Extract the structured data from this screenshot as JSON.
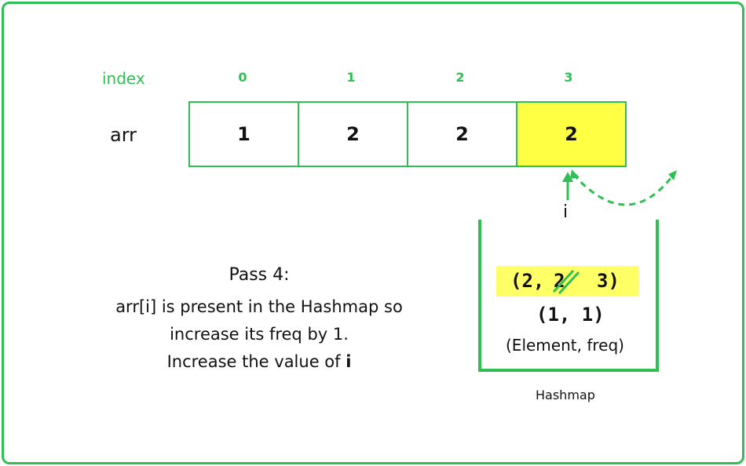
{
  "array": {
    "index_label": "index",
    "arr_label": "arr",
    "indices": [
      "0",
      "1",
      "2",
      "3"
    ],
    "values": [
      "1",
      "2",
      "2",
      "2"
    ],
    "current_index": 3,
    "pointer_label": "i"
  },
  "description": {
    "pass_title": "Pass 4:",
    "line1": "arr[i] is present in the Hashmap so",
    "line2": "increase its freq by 1.",
    "line3_prefix": "Increase the value of ",
    "line3_var": "i"
  },
  "hashmap": {
    "entry_updated": {
      "open": "(2,",
      "old_freq": "2",
      "new_freq": "3)"
    },
    "entry_1": "(1, 1)",
    "caption": "(Element, freq)",
    "label": "Hashmap"
  },
  "colors": {
    "accent": "#2fbf52",
    "highlight": "#ffff44"
  }
}
